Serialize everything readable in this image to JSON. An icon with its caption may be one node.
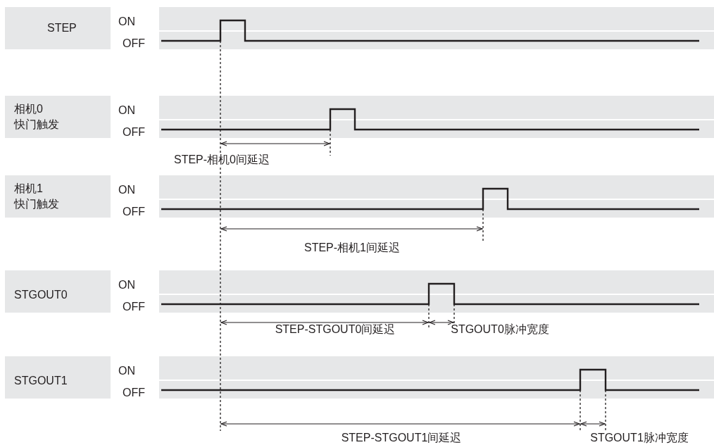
{
  "diagram": {
    "nodes": [
      {
        "text": [
          "STEP"
        ]
      },
      {
        "text": [
          "相机0快门触发"
        ]
      },
      {
        "text": [
          "相机1快门触发"
        ]
      },
      {
        "text": [
          "STGOUT0"
        ]
      },
      {
        "text": [
          "STGOUT1"
        ]
      }
    ],
    "labels": [
      "ON",
      "OFF",
      "ON",
      "OFF",
      "STEP-相机0间延迟",
      "ON",
      "OFF",
      "STEP-相机1间延迟",
      "ON",
      "OFF",
      "STEP-STGOUT0间延迟",
      "STGOUT0脉冲宽度",
      "ON",
      "OFF",
      "STEP-STGOUT1间延迟",
      "STGOUT1脉冲宽度"
    ]
  }
}
